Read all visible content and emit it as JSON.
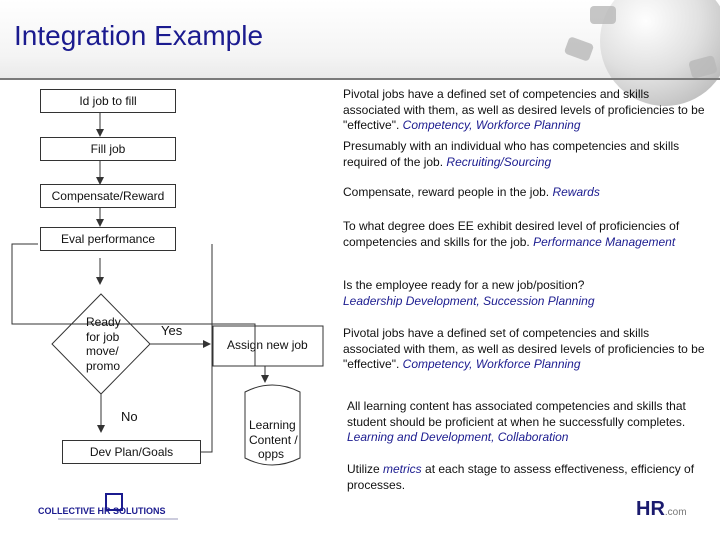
{
  "page": {
    "title": "Integration Example"
  },
  "flow": {
    "id_job": "Id job to fill",
    "fill_job": "Fill job",
    "compensate": "Compensate/Reward",
    "eval": "Eval performance",
    "decision": [
      "Ready",
      "for job",
      "move/",
      "promo"
    ],
    "yes": "Yes",
    "no": "No",
    "assign": "Assign new job",
    "dev_plan": "Dev Plan/Goals",
    "learning": [
      "Learning",
      "Content /",
      "opps"
    ]
  },
  "descriptions": [
    {
      "lines": [
        "Pivotal jobs have a defined set of competencies and skills",
        "associated with them, as well as desired levels of proficiencies to be"
      ],
      "last": "\"effective\".  ",
      "tag": "Competency, Workforce Planning"
    },
    {
      "lines": [
        "Presumably with an individual who has competencies and skills"
      ],
      "last": "required of the job.  ",
      "tag": "Recruiting/Sourcing"
    },
    {
      "lines": [],
      "last": "Compensate, reward people in the job.  ",
      "tag": "Rewards"
    },
    {
      "lines": [
        "To what degree does EE exhibit desired level of proficiencies of"
      ],
      "last": "competencies and skills for the job.  ",
      "tag": "Performance Management"
    },
    {
      "lines": [
        "Is the employee ready for a new job/position?"
      ],
      "last": "",
      "tag": "Leadership Development, Succession Planning"
    },
    {
      "lines": [
        "Pivotal jobs have a defined set of competencies and skills",
        "associated with them, as well as desired levels of proficiencies to be"
      ],
      "last": "\"effective\".  ",
      "tag": "Competency, Workforce Planning"
    },
    {
      "lines": [
        "All learning content has associated competencies and skills that",
        "student should be proficient at when he successfully completes."
      ],
      "last": "",
      "tag": "Learning and Development, Collaboration"
    }
  ],
  "metrics_note": {
    "pre": "Utilize ",
    "em": "metrics",
    "post": " at each stage to assess effectiveness, efficiency of",
    "line2": "processes."
  },
  "logos": {
    "left": "COLLECTIVE HR SOLUTIONS",
    "right_main": "HR",
    "right_small": ".com"
  },
  "colors": {
    "title": "#1b1b8f",
    "tag": "#1b1b8f",
    "line": "#333333"
  },
  "icons": [
    "globe-puzzle-icon",
    "collective-hr-logo",
    "hr-com-logo"
  ]
}
